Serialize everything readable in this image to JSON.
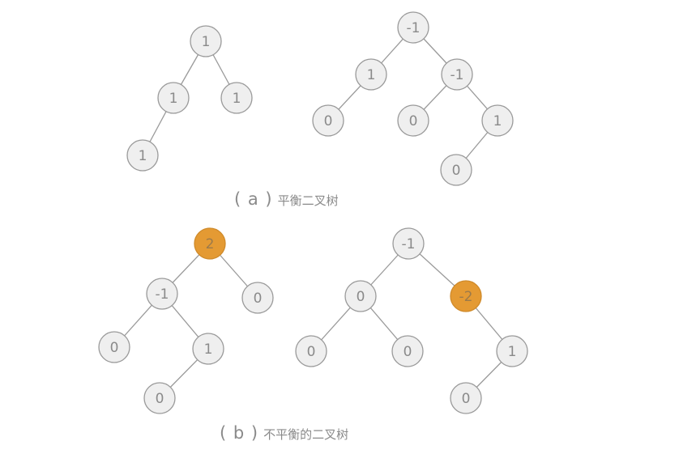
{
  "captions": {
    "a": {
      "label": "( a )",
      "text": "平衡二叉树"
    },
    "b": {
      "label": "( b )",
      "text": "不平衡的二叉树"
    }
  },
  "colors": {
    "node_fill": "#efefef",
    "node_stroke": "#9a9a9a",
    "highlight_fill": "#e49a33",
    "text": "#8a8a8a"
  },
  "trees": [
    {
      "group": "a",
      "nodes": [
        {
          "id": "t1n1",
          "value": "1"
        },
        {
          "id": "t1n2",
          "value": "1"
        },
        {
          "id": "t1n3",
          "value": "1"
        },
        {
          "id": "t1n4",
          "value": "1"
        }
      ],
      "edges": [
        [
          "t1n1",
          "t1n2"
        ],
        [
          "t1n1",
          "t1n3"
        ],
        [
          "t1n2",
          "t1n4"
        ]
      ]
    },
    {
      "group": "a",
      "nodes": [
        {
          "id": "t2n1",
          "value": "-1"
        },
        {
          "id": "t2n2",
          "value": "1"
        },
        {
          "id": "t2n3",
          "value": "-1"
        },
        {
          "id": "t2n4",
          "value": "0"
        },
        {
          "id": "t2n5",
          "value": "0"
        },
        {
          "id": "t2n6",
          "value": "1"
        },
        {
          "id": "t2n7",
          "value": "0"
        }
      ],
      "edges": [
        [
          "t2n1",
          "t2n2"
        ],
        [
          "t2n1",
          "t2n3"
        ],
        [
          "t2n2",
          "t2n4"
        ],
        [
          "t2n3",
          "t2n5"
        ],
        [
          "t2n3",
          "t2n6"
        ],
        [
          "t2n6",
          "t2n7"
        ]
      ]
    },
    {
      "group": "b",
      "nodes": [
        {
          "id": "t3n1",
          "value": "2",
          "highlight": true
        },
        {
          "id": "t3n2",
          "value": "-1"
        },
        {
          "id": "t3n3",
          "value": "0"
        },
        {
          "id": "t3n4",
          "value": "0"
        },
        {
          "id": "t3n5",
          "value": "1"
        },
        {
          "id": "t3n6",
          "value": "0"
        }
      ],
      "edges": [
        [
          "t3n1",
          "t3n2"
        ],
        [
          "t3n1",
          "t3n3"
        ],
        [
          "t3n2",
          "t3n4"
        ],
        [
          "t3n2",
          "t3n5"
        ],
        [
          "t3n5",
          "t3n6"
        ]
      ]
    },
    {
      "group": "b",
      "nodes": [
        {
          "id": "t4n1",
          "value": "-1"
        },
        {
          "id": "t4n2",
          "value": "0"
        },
        {
          "id": "t4n3",
          "value": "-2",
          "highlight": true
        },
        {
          "id": "t4n4",
          "value": "0"
        },
        {
          "id": "t4n5",
          "value": "0"
        },
        {
          "id": "t4n6",
          "value": "1"
        },
        {
          "id": "t4n7",
          "value": "0"
        }
      ],
      "edges": [
        [
          "t4n1",
          "t4n2"
        ],
        [
          "t4n1",
          "t4n3"
        ],
        [
          "t4n2",
          "t4n4"
        ],
        [
          "t4n2",
          "t4n5"
        ],
        [
          "t4n3",
          "t4n6"
        ],
        [
          "t4n6",
          "t4n7"
        ]
      ]
    }
  ]
}
